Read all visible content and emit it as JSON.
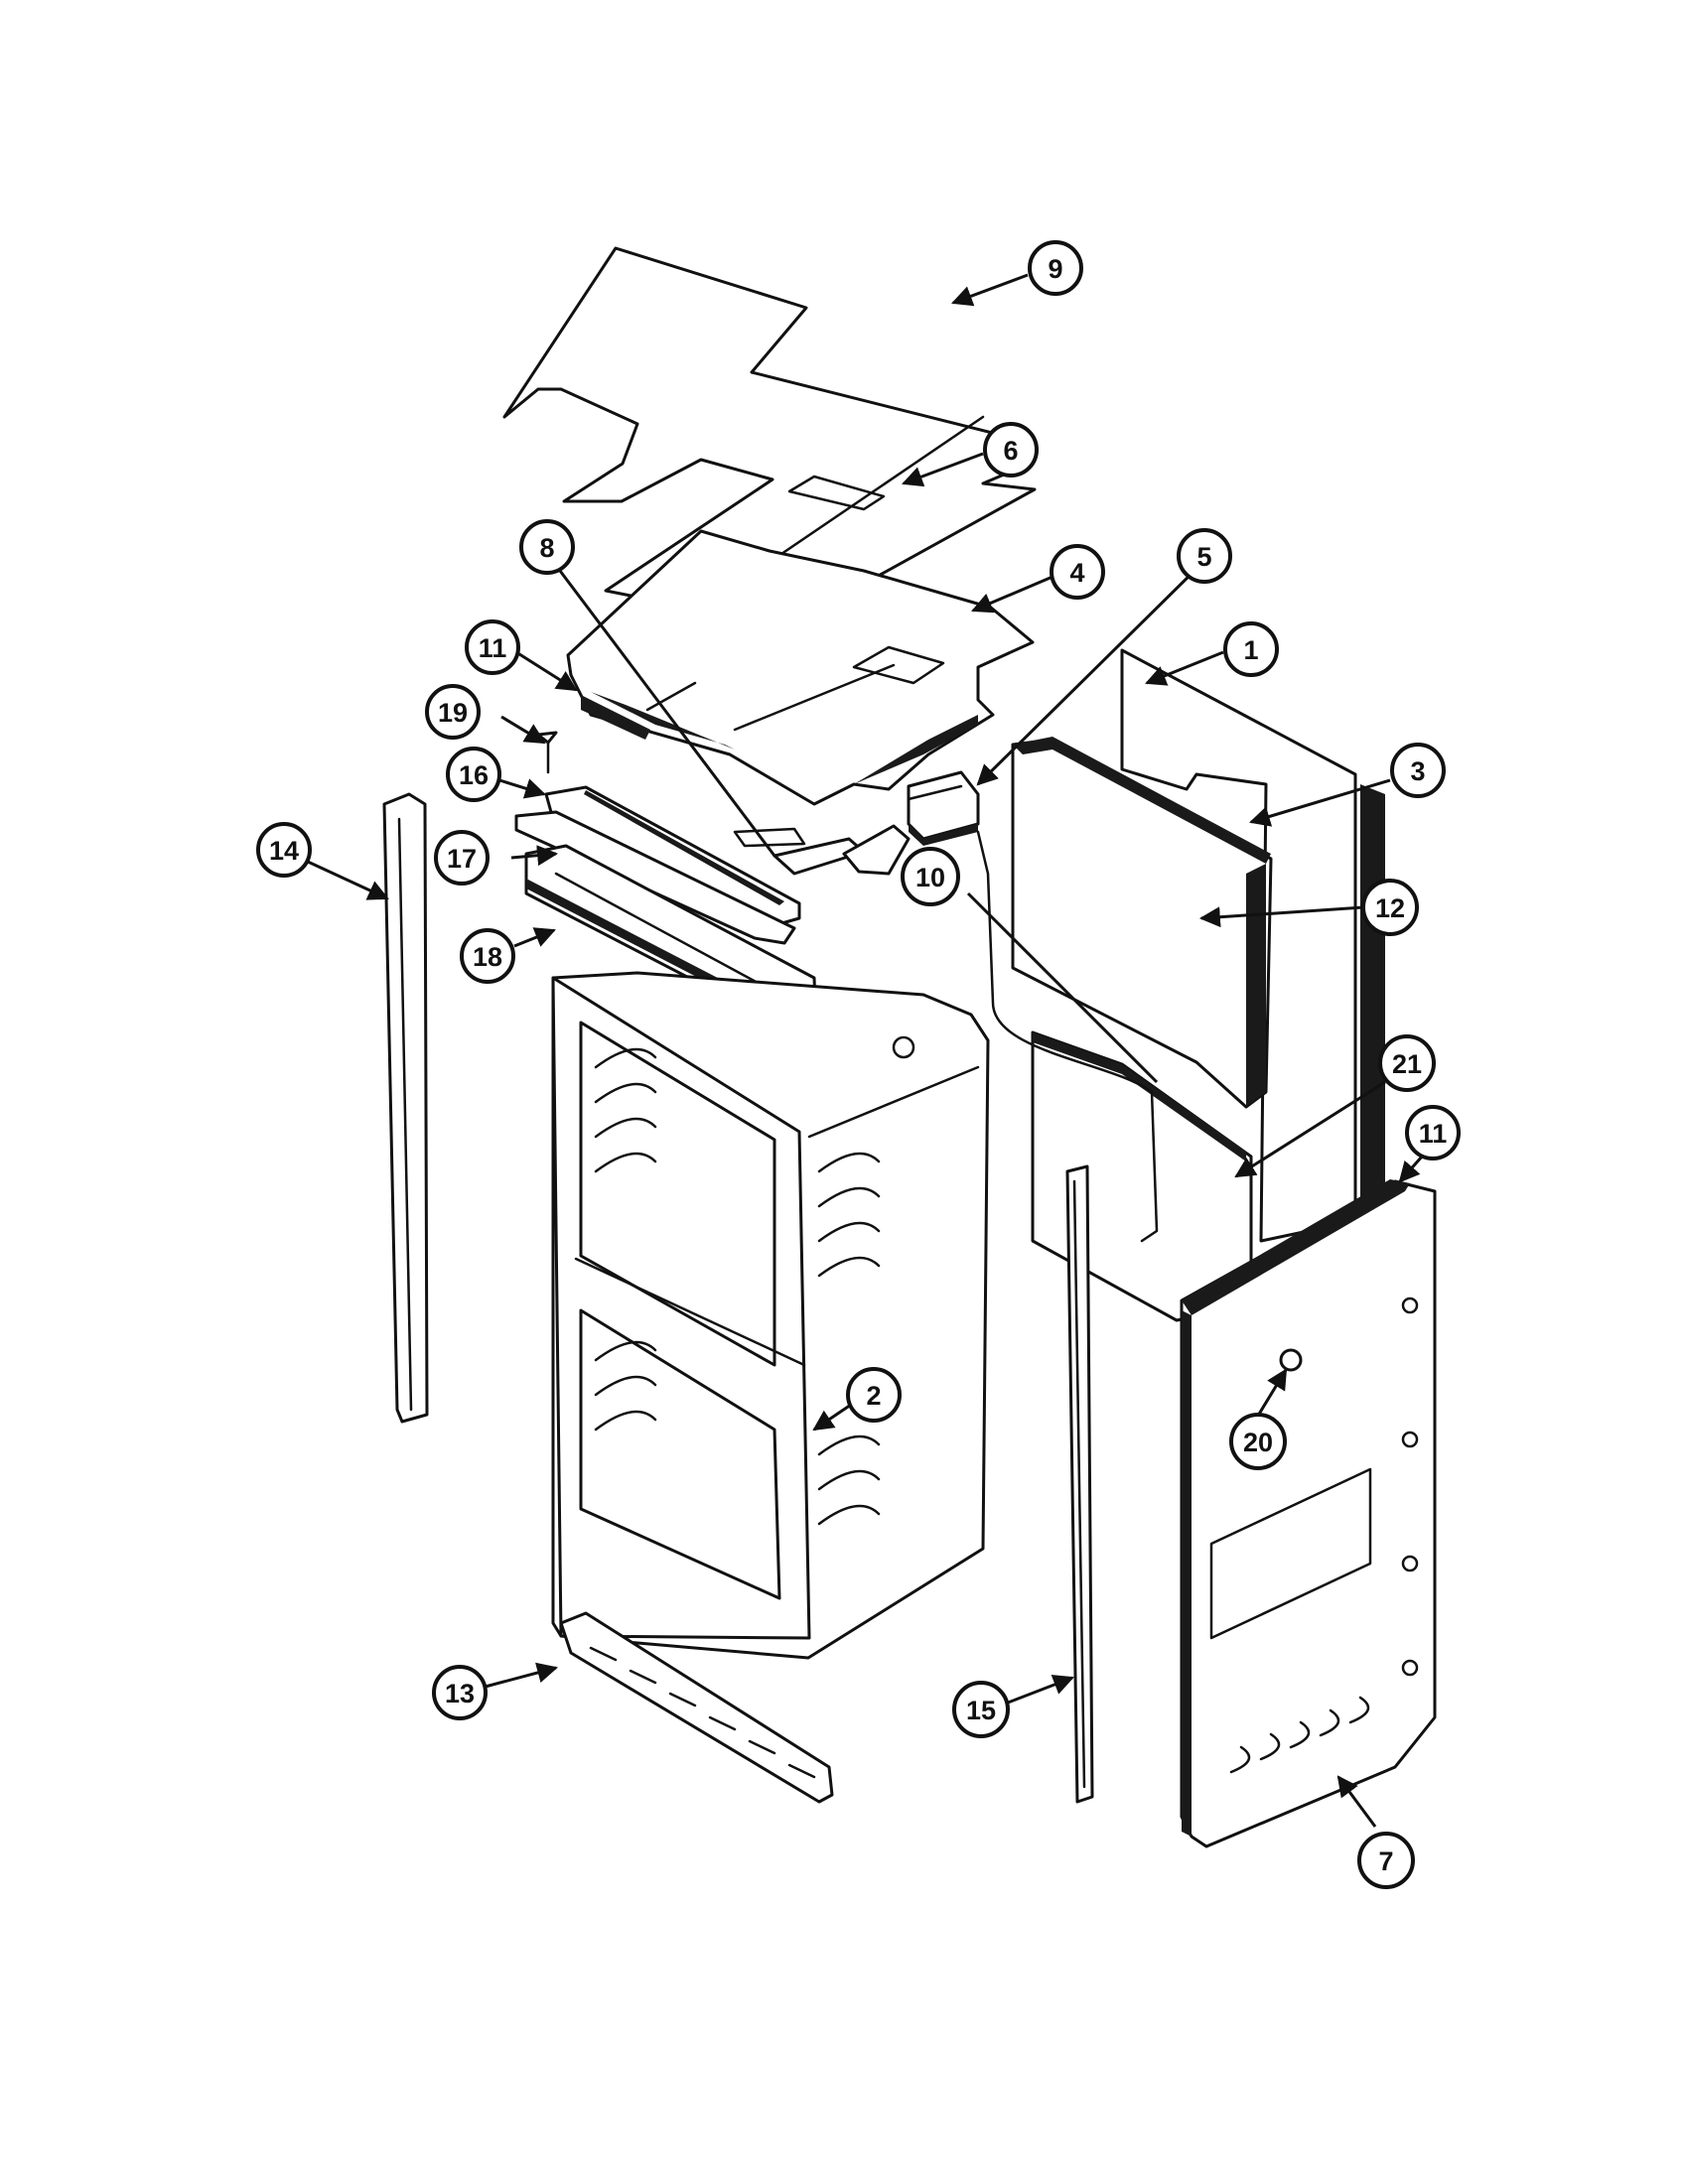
{
  "diagram": {
    "callouts": [
      {
        "id": "c9",
        "label": "9"
      },
      {
        "id": "c6",
        "label": "6"
      },
      {
        "id": "c8",
        "label": "8"
      },
      {
        "id": "c4",
        "label": "4"
      },
      {
        "id": "c5",
        "label": "5"
      },
      {
        "id": "c1",
        "label": "1"
      },
      {
        "id": "c11a",
        "label": "11"
      },
      {
        "id": "c19",
        "label": "19"
      },
      {
        "id": "c16",
        "label": "16"
      },
      {
        "id": "c17",
        "label": "17"
      },
      {
        "id": "c18",
        "label": "18"
      },
      {
        "id": "c14",
        "label": "14"
      },
      {
        "id": "c3",
        "label": "3"
      },
      {
        "id": "c10",
        "label": "10"
      },
      {
        "id": "c12",
        "label": "12"
      },
      {
        "id": "c21",
        "label": "21"
      },
      {
        "id": "c11b",
        "label": "11"
      },
      {
        "id": "c2",
        "label": "2"
      },
      {
        "id": "c20",
        "label": "20"
      },
      {
        "id": "c13",
        "label": "13"
      },
      {
        "id": "c15",
        "label": "15"
      },
      {
        "id": "c7",
        "label": "7"
      }
    ]
  }
}
